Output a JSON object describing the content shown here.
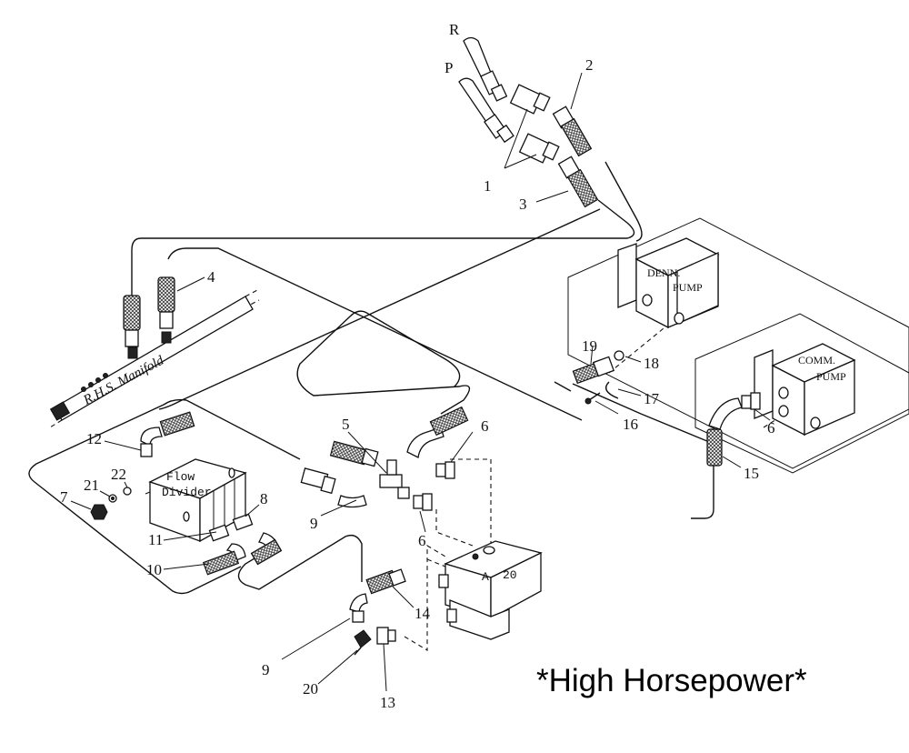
{
  "title": "*High Horsepower*",
  "labels": {
    "r": "R",
    "p": "P",
    "manifold": "R.H.S. Manifold",
    "flow_divider_1": "Flow",
    "flow_divider_2": "Divider",
    "denn_pump_1": "DENN.",
    "denn_pump_2": "PUMP",
    "comm_pump_1": "COMM.",
    "comm_pump_2": "PUMP",
    "valve_a": "A",
    "valve_20": "20"
  },
  "callouts": {
    "c1": "1",
    "c2": "2",
    "c3": "3",
    "c4": "4",
    "c5": "5",
    "c6a": "6",
    "c6b": "6",
    "c6c": "6",
    "c7": "7",
    "c8": "8",
    "c9a": "9",
    "c9b": "9",
    "c10": "10",
    "c11": "11",
    "c12": "12",
    "c13": "13",
    "c14": "14",
    "c15": "15",
    "c16": "16",
    "c17": "17",
    "c18": "18",
    "c19": "19",
    "c20": "20",
    "c21": "21",
    "c22": "22"
  }
}
